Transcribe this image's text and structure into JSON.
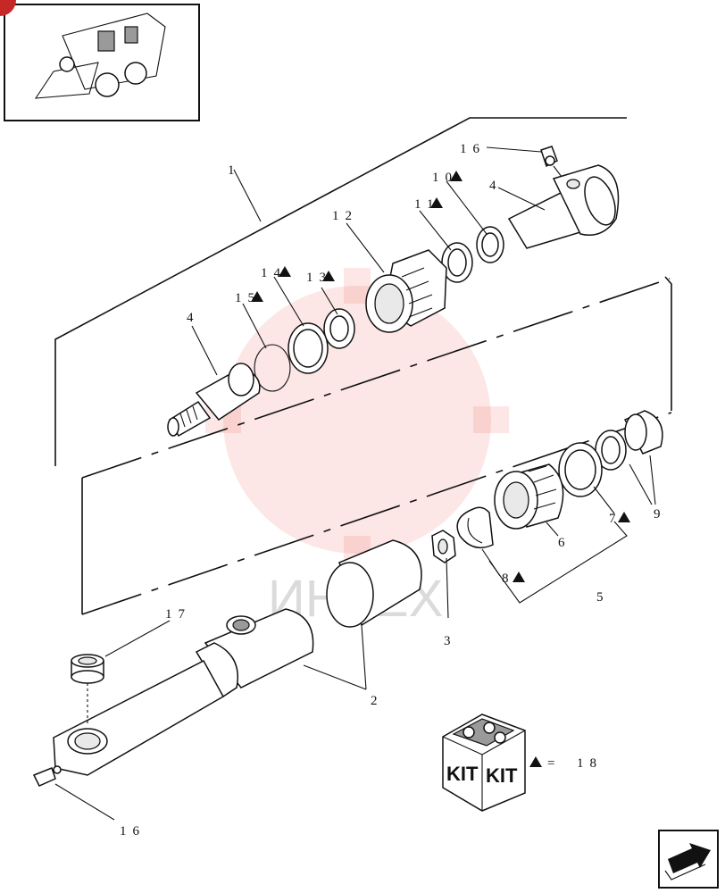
{
  "labels": {
    "l1": "1",
    "l2": "2",
    "l3": "3",
    "l4a": "4",
    "l4b": "4",
    "l5": "5",
    "l6": "6",
    "l7": "7",
    "l8": "8",
    "l9": "9",
    "l10": "10",
    "l11": "11",
    "l12": "12",
    "l13": "13",
    "l14": "14",
    "l15": "15",
    "l16a": "16",
    "l16b": "16",
    "l17": "17"
  },
  "kit_legend": {
    "box_word_left": "KIT",
    "box_word_right": "KIT",
    "equals": "=",
    "kit_number": "18"
  },
  "watermark": {
    "text": "ИНТЕХ",
    "color": "#e53935"
  },
  "icons": {
    "thumbnail": "skid-steer-loader-icon",
    "badge": "page-badge-icon",
    "next": "next-page-arrow-icon"
  }
}
